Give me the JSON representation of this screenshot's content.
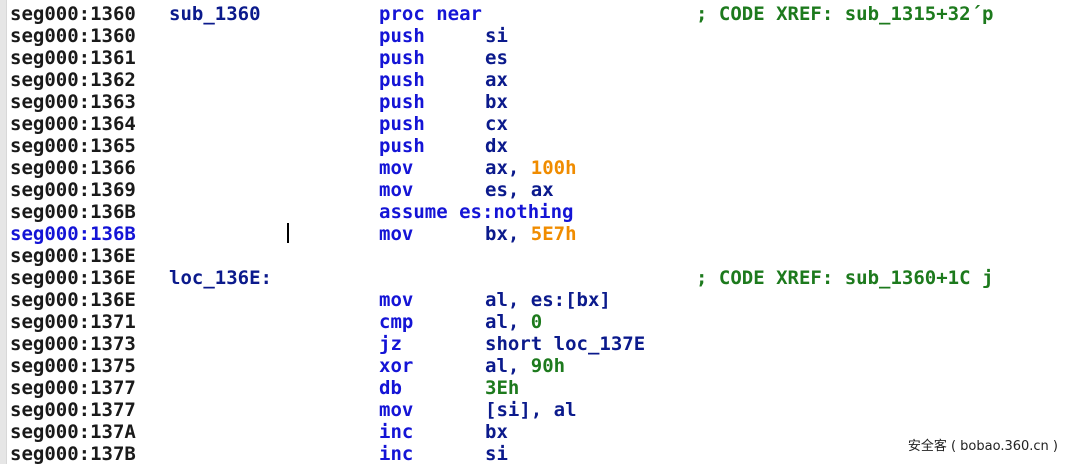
{
  "listing": {
    "lines": [
      {
        "addr": "seg000:1360",
        "label": "sub_1360",
        "mnemonic": "proc near",
        "operand": [],
        "comment": "; CODE XREF: sub_1315+32´p"
      },
      {
        "addr": "seg000:1360",
        "label": "",
        "mnemonic": "push",
        "operand": [
          {
            "t": "si",
            "k": "reg"
          }
        ],
        "comment": ""
      },
      {
        "addr": "seg000:1361",
        "label": "",
        "mnemonic": "push",
        "operand": [
          {
            "t": "es",
            "k": "reg"
          }
        ],
        "comment": ""
      },
      {
        "addr": "seg000:1362",
        "label": "",
        "mnemonic": "push",
        "operand": [
          {
            "t": "ax",
            "k": "reg"
          }
        ],
        "comment": ""
      },
      {
        "addr": "seg000:1363",
        "label": "",
        "mnemonic": "push",
        "operand": [
          {
            "t": "bx",
            "k": "reg"
          }
        ],
        "comment": ""
      },
      {
        "addr": "seg000:1364",
        "label": "",
        "mnemonic": "push",
        "operand": [
          {
            "t": "cx",
            "k": "reg"
          }
        ],
        "comment": ""
      },
      {
        "addr": "seg000:1365",
        "label": "",
        "mnemonic": "push",
        "operand": [
          {
            "t": "dx",
            "k": "reg"
          }
        ],
        "comment": ""
      },
      {
        "addr": "seg000:1366",
        "label": "",
        "mnemonic": "mov",
        "operand": [
          {
            "t": "ax, ",
            "k": "reg"
          },
          {
            "t": "100h",
            "k": "num"
          }
        ],
        "comment": ""
      },
      {
        "addr": "seg000:1369",
        "label": "",
        "mnemonic": "mov",
        "operand": [
          {
            "t": "es, ax",
            "k": "reg"
          }
        ],
        "comment": ""
      },
      {
        "addr": "seg000:136B",
        "label": "",
        "mnemonic": "assume es:nothing",
        "operand": [],
        "comment": ""
      },
      {
        "addr": "seg000:136B",
        "label": "",
        "mnemonic": "mov",
        "operand": [
          {
            "t": "bx, ",
            "k": "reg"
          },
          {
            "t": "5E7h",
            "k": "num"
          }
        ],
        "comment": "",
        "selected": true
      },
      {
        "addr": "seg000:136E",
        "label": "",
        "mnemonic": "",
        "operand": [],
        "comment": ""
      },
      {
        "addr": "seg000:136E",
        "label": "loc_136E:",
        "mnemonic": "",
        "operand": [],
        "comment": "; CODE XREF: sub_1360+1C j"
      },
      {
        "addr": "seg000:136E",
        "label": "",
        "mnemonic": "mov",
        "operand": [
          {
            "t": "al, es:[bx]",
            "k": "reg"
          }
        ],
        "comment": ""
      },
      {
        "addr": "seg000:1371",
        "label": "",
        "mnemonic": "cmp",
        "operand": [
          {
            "t": "al, ",
            "k": "reg"
          },
          {
            "t": "0",
            "k": "dbval"
          }
        ],
        "comment": ""
      },
      {
        "addr": "seg000:1373",
        "label": "",
        "mnemonic": "jz",
        "operand": [
          {
            "t": "short loc_137E",
            "k": "reg"
          }
        ],
        "comment": ""
      },
      {
        "addr": "seg000:1375",
        "label": "",
        "mnemonic": "xor",
        "operand": [
          {
            "t": "al, ",
            "k": "reg"
          },
          {
            "t": "90h",
            "k": "dbval"
          }
        ],
        "comment": ""
      },
      {
        "addr": "seg000:1377",
        "label": "",
        "mnemonic": "db",
        "operand": [
          {
            "t": "3Eh",
            "k": "dbval"
          }
        ],
        "comment": ""
      },
      {
        "addr": "seg000:1377",
        "label": "",
        "mnemonic": "mov",
        "operand": [
          {
            "t": "[si], al",
            "k": "reg"
          }
        ],
        "comment": ""
      },
      {
        "addr": "seg000:137A",
        "label": "",
        "mnemonic": "inc",
        "operand": [
          {
            "t": "bx",
            "k": "reg"
          }
        ],
        "comment": ""
      },
      {
        "addr": "seg000:137B",
        "label": "",
        "mnemonic": "inc",
        "operand": [
          {
            "t": "si",
            "k": "reg"
          }
        ],
        "comment": ""
      }
    ]
  },
  "watermark": "安全客 ( bobao.360.cn )",
  "colors": {
    "address": "#1a1a1a",
    "address_selected": "#1414d6",
    "label": "#0b1a8c",
    "mnemonic": "#1414d6",
    "number": "#f08c00",
    "db_value": "#1d7a1d",
    "comment": "#1d7a1d"
  }
}
